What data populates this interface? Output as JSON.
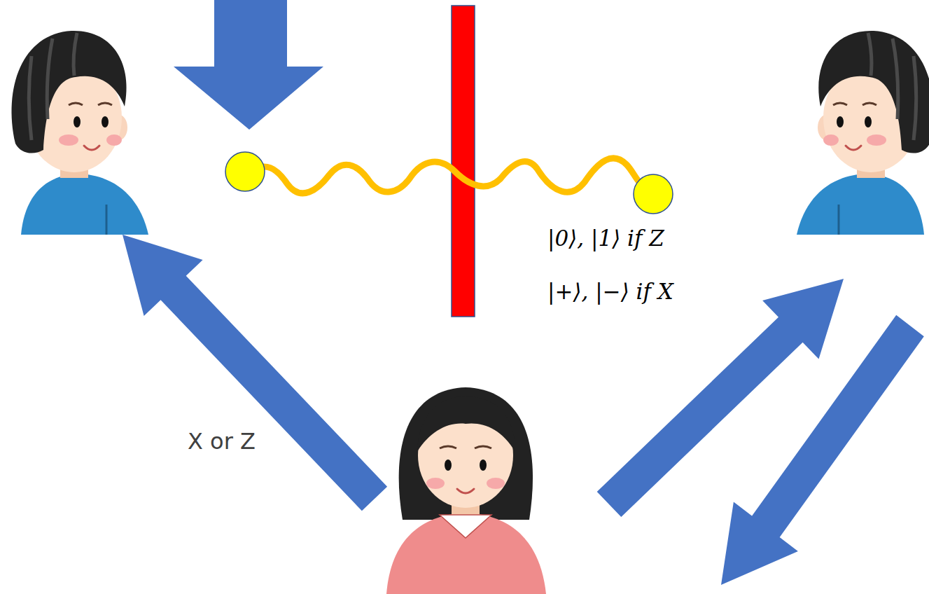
{
  "diagram": {
    "labels": [
      "|0⟩, |1⟩ if Z",
      "|+⟩, |−⟩ if X",
      "X or Z"
    ]
  }
}
